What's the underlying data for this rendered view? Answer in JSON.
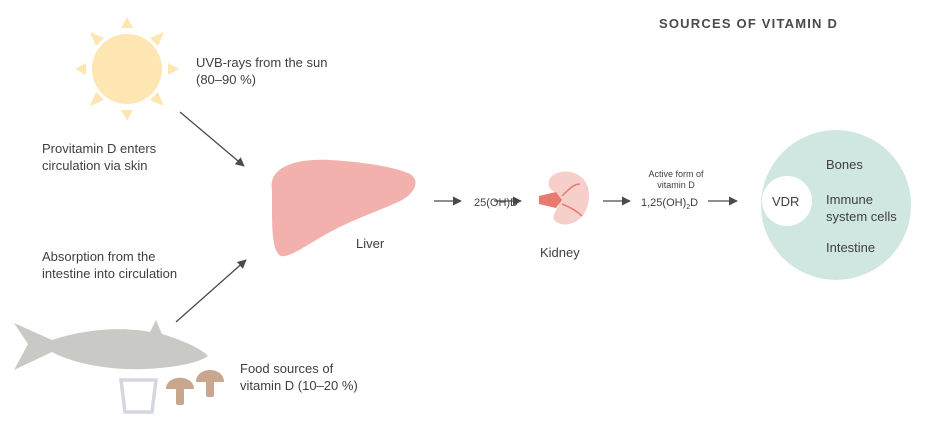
{
  "title": "SOURCES OF VITAMIN D",
  "sun": {
    "line1": "UVB-rays from the sun",
    "line2": "(80–90 %)"
  },
  "skin": {
    "line1": "Provitamin D enters",
    "line2": "circulation via skin"
  },
  "intestine": {
    "line1": "Absorption from the",
    "line2": "intestine into circulation"
  },
  "food": {
    "line1": "Food sources of",
    "line2": "vitamin D (10–20 %)"
  },
  "liver_label": "Liver",
  "metabolite_25": "25(OH)D",
  "kidney_label": "Kidney",
  "active_form": {
    "line1": "Active form of",
    "line2": "vitamin D"
  },
  "metabolite_125": {
    "prefix": "1,25(OH)",
    "sub": "2",
    "suffix": "D"
  },
  "receptor": "VDR",
  "targets": {
    "bones": "Bones",
    "immune_line1": "Immune",
    "immune_line2": "system cells",
    "intestine": "Intestine"
  },
  "colors": {
    "sun": "#fde6b2",
    "liver": "#f2b1ac",
    "kidney": "#f6cfcb",
    "vessel": "#e87a70",
    "target_circle": "#cfe7e0",
    "fish": "#c9c9c6",
    "mushroom": "#c9a78e",
    "arrow": "#4a4a4a"
  },
  "icons": [
    "sun-icon",
    "liver-icon",
    "kidney-icon",
    "fish-icon",
    "glass-icon",
    "mushroom-icon",
    "target-cells-circle"
  ]
}
